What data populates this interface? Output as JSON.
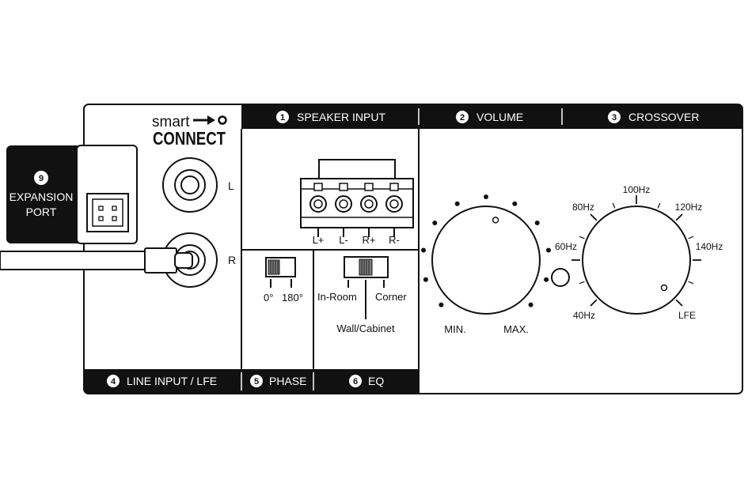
{
  "brand": {
    "line1": "smart",
    "line2": "CONNECT"
  },
  "sections": [
    {
      "number": "1",
      "label": "SPEAKER INPUT"
    },
    {
      "number": "2",
      "label": "VOLUME"
    },
    {
      "number": "3",
      "label": "CROSSOVER"
    },
    {
      "number": "4",
      "label": "LINE INPUT / LFE"
    },
    {
      "number": "5",
      "label": "PHASE"
    },
    {
      "number": "6",
      "label": "EQ"
    }
  ],
  "expansion": {
    "number": "9",
    "line1": "EXPANSION",
    "line2": "PORT"
  },
  "line_input": {
    "left": "L",
    "right": "R"
  },
  "speaker_terminals": [
    "L+",
    "L-",
    "R+",
    "R-"
  ],
  "phase": {
    "zero": "0°",
    "one_eighty": "180°"
  },
  "eq": {
    "in_room": "In-Room",
    "corner": "Corner",
    "wall": "Wall/Cabinet"
  },
  "volume": {
    "min": "MIN.",
    "max": "MAX.",
    "level": 0.55
  },
  "crossover": {
    "labels": [
      "40Hz",
      "60Hz",
      "80Hz",
      "100Hz",
      "120Hz",
      "140Hz",
      "LFE"
    ],
    "setting": "LFE"
  },
  "colors": {
    "ink": "#111111",
    "paper": "#ffffff",
    "switch": "#7a7a7a"
  }
}
